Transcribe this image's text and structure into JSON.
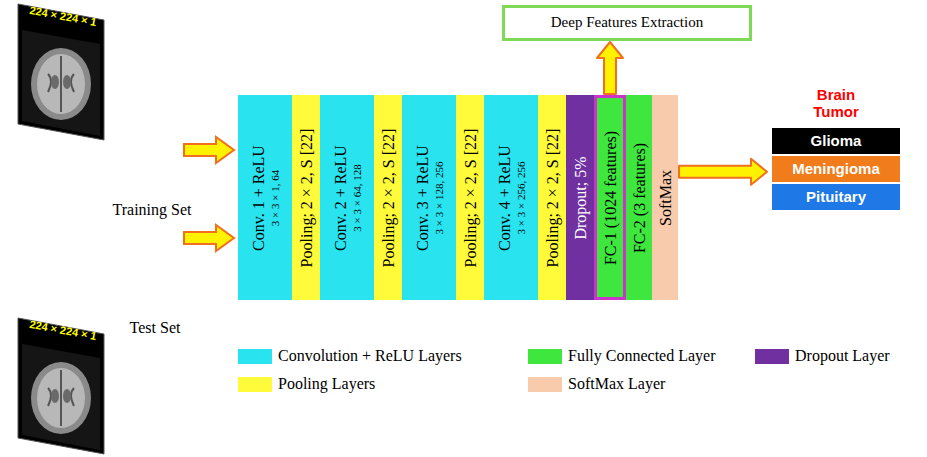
{
  "diagram": {
    "nodes": [
      {
        "text": [
          "Conv. 1 + ReLU",
          "3 × 3 × 1, 64"
        ]
      },
      {
        "text": [
          "Pooling; 2 × 2, S [22]"
        ]
      },
      {
        "text": [
          "Conv. 2 + ReLU",
          "3 × 3 × 64, 128"
        ]
      },
      {
        "text": [
          "Pooling; 2 × 2, S [22]"
        ]
      },
      {
        "text": [
          "Conv. 3 + ReLU",
          "3 × 3 × 128, 256"
        ]
      },
      {
        "text": [
          "Pooling; 2 × 2, S [22]"
        ]
      },
      {
        "text": [
          "Conv. 4 + ReLU",
          "3 × 3 × 256, 256"
        ]
      },
      {
        "text": [
          "Pooling; 2 × 2, S [22]"
        ]
      },
      {
        "text": [
          "Dropout; 5%"
        ]
      },
      {
        "text": [
          "FC-1 (1024 features)"
        ]
      },
      {
        "text": [
          "FC-2 (3 features)"
        ]
      },
      {
        "text": [
          "SoftMax"
        ]
      },
      {
        "text": [
          "Deep Features Extraction"
        ]
      },
      {
        "text": [
          "Brain Tumor"
        ]
      },
      {
        "text": [
          "Glioma"
        ],
        "in": 13
      },
      {
        "text": [
          "Meningioma"
        ],
        "in": 13
      },
      {
        "text": [
          "Pituitary"
        ],
        "in": 13
      }
    ],
    "edges": [
      {
        "from": 9,
        "to": 12,
        "arrow": "to"
      },
      {
        "from": 11,
        "to": 13,
        "arrow": "to"
      }
    ],
    "labels": [
      "224 × 224 × 1",
      "Training Set",
      "224 × 224 × 1",
      "Test Set"
    ],
    "legend": [
      {
        "text": "Convolution + ReLU Layers",
        "color": "#29e3ef"
      },
      {
        "text": "Fully Connected Layer",
        "color": "#3ee63e"
      },
      {
        "text": "Dropout Layer",
        "color": "#7030a0"
      },
      {
        "text": "Pooling Layers",
        "color": "#fffb3a"
      },
      {
        "text": "SoftMax Layer",
        "color": "#f8cbad"
      }
    ]
  }
}
